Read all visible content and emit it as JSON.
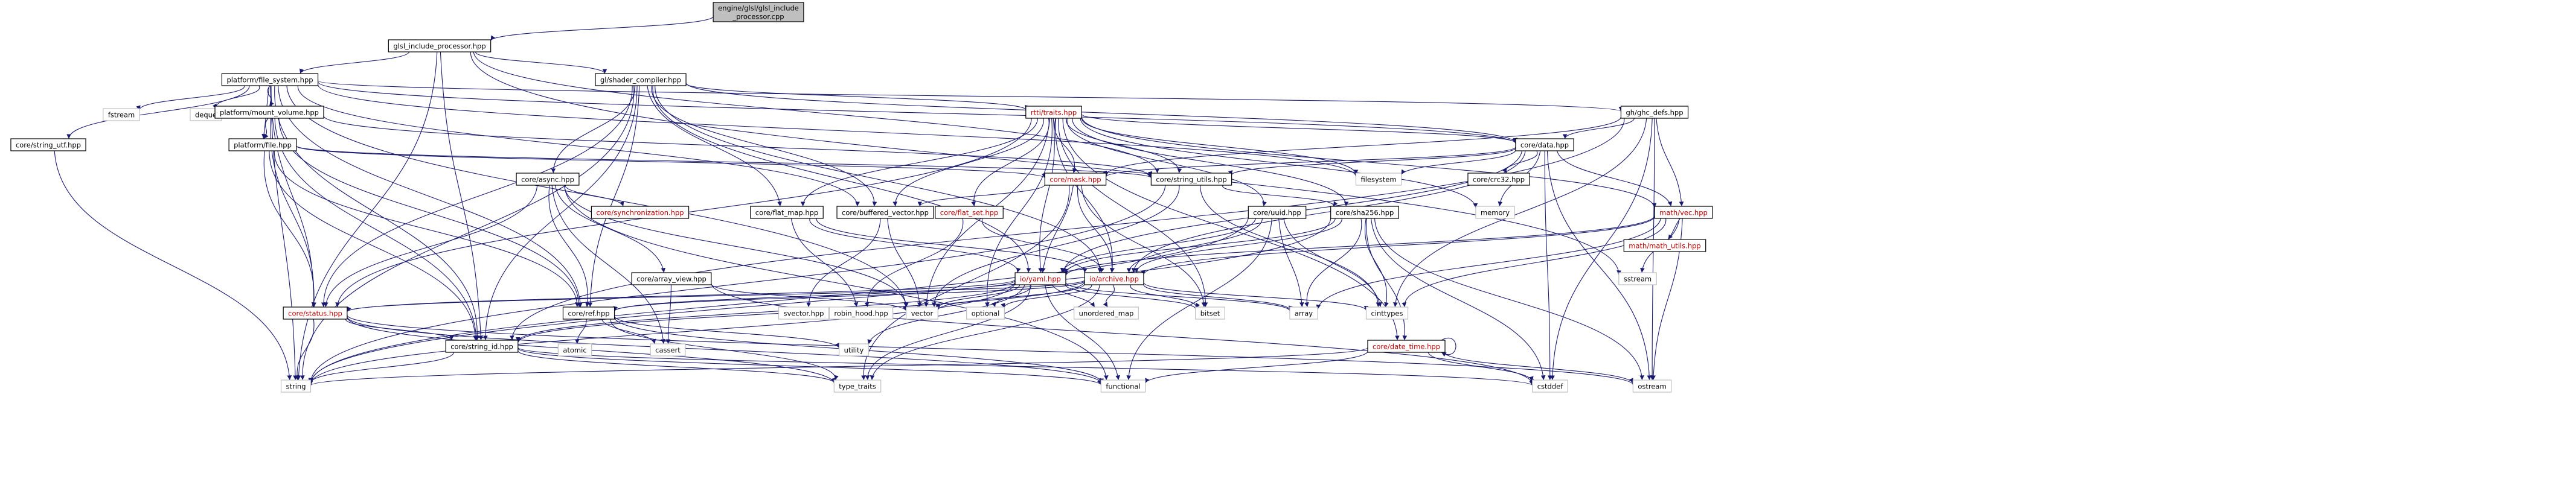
{
  "title": "",
  "colors": {
    "edge": "#191970",
    "node_fill": "#ffffff",
    "node_border_normal": "#000000",
    "node_border_documented": "#000000",
    "node_text_red": "#c00000",
    "root_fill": "#bfbfbf",
    "node_border_plain": "#bfbfbf"
  },
  "nodes": [
    {
      "id": "root",
      "label": "engine/glsl/glsl_include\n_processor.cpp",
      "style": "root"
    },
    {
      "id": "glsl_include_processor",
      "label": "glsl_include_processor.hpp",
      "style": "normal"
    },
    {
      "id": "platform_fs",
      "label": "platform/file_system.hpp",
      "style": "normal"
    },
    {
      "id": "shader_compiler",
      "label": "gl/shader_compiler.hpp",
      "style": "normal"
    },
    {
      "id": "ghc_defs",
      "label": "gh/ghc_defs.hpp",
      "style": "normal"
    },
    {
      "id": "string_utf",
      "label": "core/string_utf.hpp",
      "style": "normal"
    },
    {
      "id": "fstream",
      "label": "fstream",
      "style": "plain"
    },
    {
      "id": "deque",
      "label": "deque",
      "style": "plain"
    },
    {
      "id": "mount_volume",
      "label": "platform/mount_volume.hpp",
      "style": "normal"
    },
    {
      "id": "platform_file",
      "label": "platform/file.hpp",
      "style": "normal"
    },
    {
      "id": "rtti_traits",
      "label": "rtti/traits.hpp",
      "style": "red"
    },
    {
      "id": "core_async",
      "label": "core/async.hpp",
      "style": "normal"
    },
    {
      "id": "core_mask",
      "label": "core/mask.hpp",
      "style": "red"
    },
    {
      "id": "core_string_utils",
      "label": "core/string_utils.hpp",
      "style": "normal"
    },
    {
      "id": "core_data",
      "label": "core/data.hpp",
      "style": "normal"
    },
    {
      "id": "core_crc32",
      "label": "core/crc32.hpp",
      "style": "normal"
    },
    {
      "id": "filesystem",
      "label": "filesystem",
      "style": "plain"
    },
    {
      "id": "memory",
      "label": "memory",
      "style": "plain"
    },
    {
      "id": "core_sync",
      "label": "core/synchronization.hpp",
      "style": "red"
    },
    {
      "id": "core_flat_map",
      "label": "core/flat_map.hpp",
      "style": "normal"
    },
    {
      "id": "core_buffered_vector",
      "label": "core/buffered_vector.hpp",
      "style": "normal"
    },
    {
      "id": "core_flat_set",
      "label": "core/flat_set.hpp",
      "style": "red"
    },
    {
      "id": "core_uuid",
      "label": "core/uuid.hpp",
      "style": "normal"
    },
    {
      "id": "core_sha256",
      "label": "core/sha256.hpp",
      "style": "normal"
    },
    {
      "id": "math_vec",
      "label": "math/vec.hpp",
      "style": "red"
    },
    {
      "id": "math_utils",
      "label": "math/math_utils.hpp",
      "style": "red"
    },
    {
      "id": "sstream",
      "label": "sstream",
      "style": "plain"
    },
    {
      "id": "core_array_view",
      "label": "core/array_view.hpp",
      "style": "normal"
    },
    {
      "id": "io_yaml",
      "label": "io/yaml.hpp",
      "style": "red"
    },
    {
      "id": "io_archive",
      "label": "io/archive.hpp",
      "style": "red"
    },
    {
      "id": "core_status",
      "label": "core/status.hpp",
      "style": "red"
    },
    {
      "id": "core_ref",
      "label": "core/ref.hpp",
      "style": "normal"
    },
    {
      "id": "svector",
      "label": "svector.hpp",
      "style": "plain"
    },
    {
      "id": "robin_hood",
      "label": "robin_hood.hpp",
      "style": "plain"
    },
    {
      "id": "vector",
      "label": "vector",
      "style": "plain"
    },
    {
      "id": "optional",
      "label": "optional",
      "style": "plain"
    },
    {
      "id": "unordered_map",
      "label": "unordered_map",
      "style": "plain"
    },
    {
      "id": "bitset",
      "label": "bitset",
      "style": "plain"
    },
    {
      "id": "array",
      "label": "array",
      "style": "plain"
    },
    {
      "id": "cinttypes",
      "label": "cinttypes",
      "style": "plain"
    },
    {
      "id": "core_string_id",
      "label": "core/string_id.hpp",
      "style": "normal"
    },
    {
      "id": "atomic",
      "label": "atomic",
      "style": "plain"
    },
    {
      "id": "cassert",
      "label": "cassert",
      "style": "plain"
    },
    {
      "id": "utility",
      "label": "utility",
      "style": "plain"
    },
    {
      "id": "core_date_time",
      "label": "core/date_time.hpp",
      "style": "red"
    },
    {
      "id": "string",
      "label": "string",
      "style": "plain"
    },
    {
      "id": "type_traits",
      "label": "type_traits",
      "style": "plain"
    },
    {
      "id": "functional",
      "label": "functional",
      "style": "plain"
    },
    {
      "id": "cstddef",
      "label": "cstddef",
      "style": "plain"
    },
    {
      "id": "ostream",
      "label": "ostream",
      "style": "plain"
    }
  ],
  "edges": [
    [
      "root",
      "glsl_include_processor"
    ],
    [
      "glsl_include_processor",
      "platform_fs"
    ],
    [
      "glsl_include_processor",
      "shader_compiler"
    ],
    [
      "glsl_include_processor",
      "core_string_utils"
    ],
    [
      "glsl_include_processor",
      "core_string_id"
    ],
    [
      "glsl_include_processor",
      "string"
    ],
    [
      "glsl_include_processor",
      "sstream"
    ],
    [
      "platform_fs",
      "string_utf"
    ],
    [
      "platform_fs",
      "fstream"
    ],
    [
      "platform_fs",
      "deque"
    ],
    [
      "platform_fs",
      "mount_volume"
    ],
    [
      "platform_fs",
      "platform_file"
    ],
    [
      "platform_fs",
      "core_status"
    ],
    [
      "platform_fs",
      "core_ref"
    ],
    [
      "platform_fs",
      "core_data"
    ],
    [
      "platform_fs",
      "core_string_id"
    ],
    [
      "platform_fs",
      "core_buffered_vector"
    ],
    [
      "platform_fs",
      "ghc_defs"
    ],
    [
      "platform_fs",
      "string"
    ],
    [
      "platform_fs",
      "vector"
    ],
    [
      "platform_fs",
      "filesystem"
    ],
    [
      "shader_compiler",
      "rtti_traits"
    ],
    [
      "shader_compiler",
      "core_async"
    ],
    [
      "shader_compiler",
      "core_data"
    ],
    [
      "shader_compiler",
      "core_flat_map"
    ],
    [
      "shader_compiler",
      "core_buffered_vector"
    ],
    [
      "shader_compiler",
      "core_ref"
    ],
    [
      "shader_compiler",
      "core_string_id"
    ],
    [
      "shader_compiler",
      "core_status"
    ],
    [
      "shader_compiler",
      "string"
    ],
    [
      "shader_compiler",
      "io_yaml"
    ],
    [
      "shader_compiler",
      "io_archive"
    ],
    [
      "ghc_defs",
      "core_data"
    ],
    [
      "ghc_defs",
      "math_vec"
    ],
    [
      "ghc_defs",
      "core_mask"
    ],
    [
      "ghc_defs",
      "cinttypes"
    ],
    [
      "ghc_defs",
      "cstddef"
    ],
    [
      "ghc_defs",
      "ostream"
    ],
    [
      "ghc_defs",
      "core_string_id"
    ],
    [
      "string_utf",
      "string"
    ],
    [
      "mount_volume",
      "platform_file"
    ],
    [
      "mount_volume",
      "core_status"
    ],
    [
      "mount_volume",
      "core_ref"
    ],
    [
      "mount_volume",
      "core_string_id"
    ],
    [
      "mount_volume",
      "core_string_utils"
    ],
    [
      "platform_file",
      "core_status"
    ],
    [
      "platform_file",
      "core_ref"
    ],
    [
      "platform_file",
      "core_string_id"
    ],
    [
      "platform_file",
      "core_mask"
    ],
    [
      "platform_file",
      "core_string_utils"
    ],
    [
      "rtti_traits",
      "core_mask"
    ],
    [
      "rtti_traits",
      "core_string_utils"
    ],
    [
      "rtti_traits",
      "core_flat_map"
    ],
    [
      "rtti_traits",
      "core_buffered_vector"
    ],
    [
      "rtti_traits",
      "core_flat_set"
    ],
    [
      "rtti_traits",
      "core_uuid"
    ],
    [
      "rtti_traits",
      "core_sha256"
    ],
    [
      "rtti_traits",
      "core_data"
    ],
    [
      "rtti_traits",
      "math_vec"
    ],
    [
      "rtti_traits",
      "io_yaml"
    ],
    [
      "rtti_traits",
      "io_archive"
    ],
    [
      "rtti_traits",
      "core_status"
    ],
    [
      "rtti_traits",
      "filesystem"
    ],
    [
      "rtti_traits",
      "memory"
    ],
    [
      "rtti_traits",
      "optional"
    ],
    [
      "rtti_traits",
      "vector"
    ],
    [
      "rtti_traits",
      "bitset"
    ],
    [
      "rtti_traits",
      "core_date_time"
    ],
    [
      "core_async",
      "core_sync"
    ],
    [
      "core_async",
      "core_array_view"
    ],
    [
      "core_async",
      "core_ref"
    ],
    [
      "core_async",
      "core_status"
    ],
    [
      "core_async",
      "vector"
    ],
    [
      "core_async",
      "functional"
    ],
    [
      "core_async",
      "cassert"
    ],
    [
      "core_mask",
      "io_yaml"
    ],
    [
      "core_mask",
      "io_archive"
    ],
    [
      "core_mask",
      "core_buffered_vector"
    ],
    [
      "core_mask",
      "bitset"
    ],
    [
      "core_mask",
      "type_traits"
    ],
    [
      "core_string_utils",
      "core_sha256"
    ],
    [
      "core_string_utils",
      "string"
    ],
    [
      "core_string_utils",
      "cinttypes"
    ],
    [
      "core_string_utils",
      "vector"
    ],
    [
      "core_data",
      "core_crc32"
    ],
    [
      "core_data",
      "filesystem"
    ],
    [
      "core_data",
      "memory"
    ],
    [
      "core_data",
      "core_mask"
    ],
    [
      "core_data",
      "core_string_utils"
    ],
    [
      "core_data",
      "math_vec"
    ],
    [
      "core_data",
      "io_yaml"
    ],
    [
      "core_data",
      "io_archive"
    ],
    [
      "core_data",
      "cstddef"
    ],
    [
      "core_data",
      "ostream"
    ],
    [
      "core_flat_map",
      "robin_hood"
    ],
    [
      "core_flat_map",
      "io_yaml"
    ],
    [
      "core_flat_map",
      "io_archive"
    ],
    [
      "core_buffered_vector",
      "svector"
    ],
    [
      "core_buffered_vector",
      "vector"
    ],
    [
      "core_flat_set",
      "robin_hood"
    ],
    [
      "core_flat_set",
      "io_archive"
    ],
    [
      "core_uuid",
      "io_yaml"
    ],
    [
      "core_uuid",
      "io_archive"
    ],
    [
      "core_uuid",
      "array"
    ],
    [
      "core_uuid",
      "cinttypes"
    ],
    [
      "core_uuid",
      "string"
    ],
    [
      "core_uuid",
      "functional"
    ],
    [
      "core_sha256",
      "io_yaml"
    ],
    [
      "core_sha256",
      "io_archive"
    ],
    [
      "core_sha256",
      "array"
    ],
    [
      "core_sha256",
      "cinttypes"
    ],
    [
      "core_sha256",
      "core_date_time"
    ],
    [
      "core_sha256",
      "string"
    ],
    [
      "core_sha256",
      "ostream"
    ],
    [
      "core_sha256",
      "cstddef"
    ],
    [
      "math_vec",
      "math_utils"
    ],
    [
      "math_vec",
      "sstream"
    ],
    [
      "math_vec",
      "io_yaml"
    ],
    [
      "math_vec",
      "io_archive"
    ],
    [
      "math_vec",
      "cinttypes"
    ],
    [
      "math_vec",
      "array"
    ],
    [
      "math_vec",
      "ostream"
    ],
    [
      "core_array_view",
      "cassert"
    ],
    [
      "core_array_view",
      "vector"
    ],
    [
      "core_array_view",
      "cstddef"
    ],
    [
      "io_yaml",
      "core_status"
    ],
    [
      "io_yaml",
      "core_ref"
    ],
    [
      "io_yaml",
      "vector"
    ],
    [
      "io_yaml",
      "optional"
    ],
    [
      "io_yaml",
      "unordered_map"
    ],
    [
      "io_yaml",
      "bitset"
    ],
    [
      "io_yaml",
      "array"
    ],
    [
      "io_yaml",
      "core_string_id"
    ],
    [
      "io_yaml",
      "type_traits"
    ],
    [
      "io_yaml",
      "functional"
    ],
    [
      "io_yaml",
      "utility"
    ],
    [
      "io_yaml",
      "string"
    ],
    [
      "io_archive",
      "vector"
    ],
    [
      "io_archive",
      "optional"
    ],
    [
      "io_archive",
      "unordered_map"
    ],
    [
      "io_archive",
      "bitset"
    ],
    [
      "io_archive",
      "array"
    ],
    [
      "io_archive",
      "cinttypes"
    ],
    [
      "io_archive",
      "core_status"
    ],
    [
      "io_archive",
      "core_ref"
    ],
    [
      "io_archive",
      "core_string_id"
    ],
    [
      "io_archive",
      "type_traits"
    ],
    [
      "core_status",
      "core_string_id"
    ],
    [
      "core_status",
      "string"
    ],
    [
      "core_status",
      "type_traits"
    ],
    [
      "core_status",
      "functional"
    ],
    [
      "core_status",
      "ostream"
    ],
    [
      "core_ref",
      "atomic"
    ],
    [
      "core_ref",
      "cassert"
    ],
    [
      "core_ref",
      "utility"
    ],
    [
      "core_ref",
      "type_traits"
    ],
    [
      "core_ref",
      "functional"
    ],
    [
      "core_string_id",
      "string"
    ],
    [
      "core_string_id",
      "cstddef"
    ],
    [
      "core_string_id",
      "functional"
    ],
    [
      "core_string_id",
      "type_traits"
    ],
    [
      "core_date_time",
      "core_date_time"
    ],
    [
      "core_date_time",
      "string"
    ],
    [
      "core_date_time",
      "cstddef"
    ],
    [
      "core_date_time",
      "ostream"
    ],
    [
      "core_date_time",
      "functional"
    ]
  ]
}
